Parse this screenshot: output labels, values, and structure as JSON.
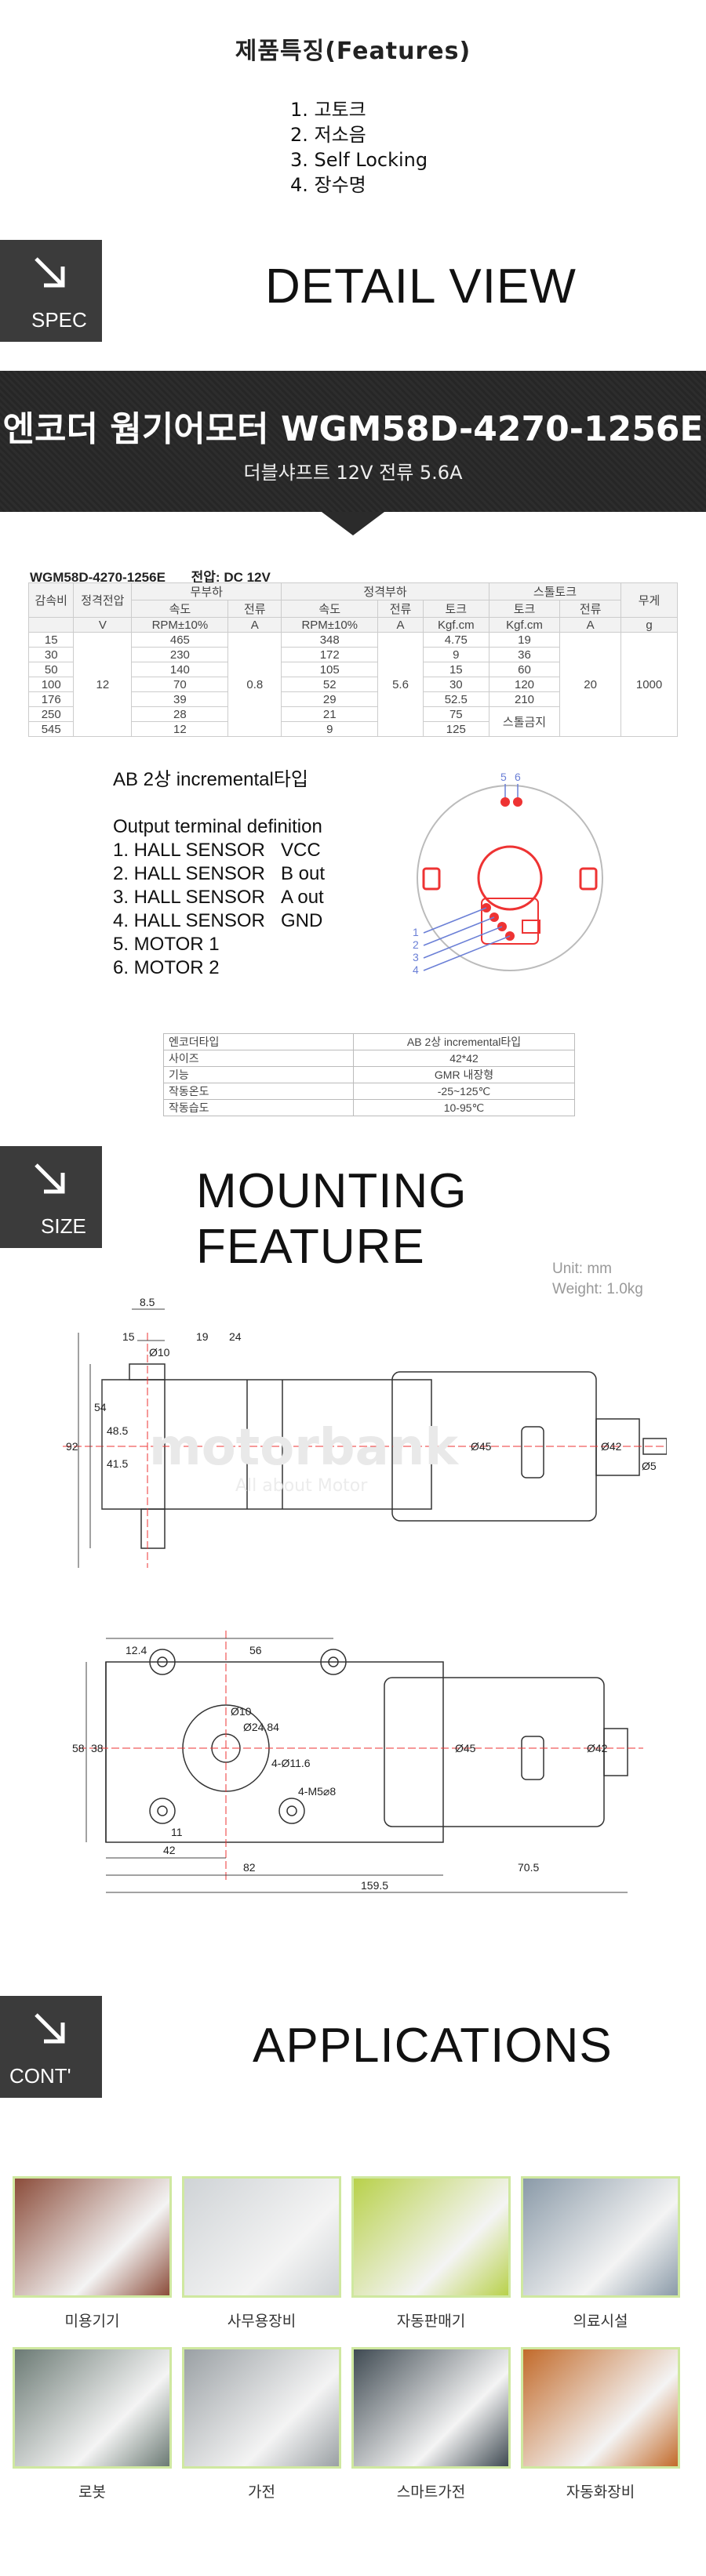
{
  "features": {
    "title": "제품특징(Features)",
    "items": [
      "1. 고토크",
      "2. 저소음",
      "3. Self Locking",
      "4. 장수명"
    ]
  },
  "spec_section": {
    "badge": "SPEC",
    "heading": "DETAIL VIEW"
  },
  "banner": {
    "title": "엔코더 웜기어모터 WGM58D-4270-1256E",
    "subtitle": "더블샤프트 12V  전류 5.6A"
  },
  "spec_table": {
    "model": "WGM58D-4270-1256E",
    "voltage": "전압: DC 12V",
    "group_headers": [
      "무부하",
      "정격부하",
      "스톨토크",
      "무게"
    ],
    "sub_headers": [
      "감속비",
      "정격전압",
      "속도",
      "전류",
      "속도",
      "전류",
      "토크",
      "토크",
      "전류"
    ],
    "units": [
      "V",
      "RPM±10%",
      "A",
      "RPM±10%",
      "A",
      "Kgf.cm",
      "Kgf.cm",
      "A",
      "g"
    ],
    "rows": [
      {
        "ratio": "15",
        "nl_speed": "465",
        "r_speed": "348",
        "r_torque": "4.75",
        "s_torque": "19"
      },
      {
        "ratio": "30",
        "nl_speed": "230",
        "r_speed": "172",
        "r_torque": "9",
        "s_torque": "36"
      },
      {
        "ratio": "50",
        "nl_speed": "140",
        "r_speed": "105",
        "r_torque": "15",
        "s_torque": "60"
      },
      {
        "ratio": "100",
        "nl_speed": "70",
        "r_speed": "52",
        "r_torque": "30",
        "s_torque": "120"
      },
      {
        "ratio": "176",
        "nl_speed": "39",
        "r_speed": "29",
        "r_torque": "52.5",
        "s_torque": "210"
      },
      {
        "ratio": "250",
        "nl_speed": "28",
        "r_speed": "21",
        "r_torque": "75",
        "s_torque": "스톨금지"
      },
      {
        "ratio": "545",
        "nl_speed": "12",
        "r_speed": "9",
        "r_torque": "125",
        "s_torque": ""
      }
    ],
    "voltage_value": "12",
    "nl_current": "0.8",
    "r_current": "5.6",
    "s_current": "20",
    "weight": "1000"
  },
  "wiring": {
    "type": "AB 2상 incremental타입",
    "heading": "Output terminal definition",
    "lines": [
      {
        "label": "1. HALL SENSOR",
        "value": "VCC"
      },
      {
        "label": "2. HALL SENSOR",
        "value": "B out"
      },
      {
        "label": "3. HALL SENSOR",
        "value": "A out"
      },
      {
        "label": "4. HALL SENSOR",
        "value": "GND"
      },
      {
        "label": "5. MOTOR 1",
        "value": ""
      },
      {
        "label": "6. MOTOR 2",
        "value": ""
      }
    ],
    "pin_numbers": [
      "5",
      "6",
      "1",
      "2",
      "3",
      "4"
    ]
  },
  "encoder_table": [
    {
      "key": "엔코더타입",
      "value": "AB 2상 incremental타입"
    },
    {
      "key": "사이즈",
      "value": "42*42"
    },
    {
      "key": "기능",
      "value": "GMR 내장형"
    },
    {
      "key": "작동온도",
      "value": "-25~125℃"
    },
    {
      "key": "작동습도",
      "value": "10-95℃"
    }
  ],
  "size_section": {
    "badge": "SIZE",
    "heading": "MOUNTING FEATURE",
    "unit": "Unit: mm",
    "weight": "Weight: 1.0kg"
  },
  "drawing_top": {
    "dims": [
      "8.5",
      "15",
      "19",
      "24",
      "Ø10",
      "92",
      "54",
      "48.5",
      "41.5",
      "Ø45",
      "Ø42",
      "Ø5"
    ],
    "watermark": "motorbank",
    "watermark_sub": "All about Motor"
  },
  "drawing_bottom": {
    "dims": [
      "12.4",
      "56",
      "58",
      "38",
      "Ø10",
      "Ø24.84",
      "4-Ø11.6",
      "4-M5⌀8",
      "11",
      "42",
      "82",
      "70.5",
      "159.5",
      "Ø45",
      "Ø42"
    ]
  },
  "cont_section": {
    "badge": "CONT'",
    "heading": "APPLICATIONS"
  },
  "applications": [
    {
      "label": "미용기기",
      "color": "#8b4c3a"
    },
    {
      "label": "사무용장비",
      "color": "#cfd3d6"
    },
    {
      "label": "자동판매기",
      "color": "#b8d14a"
    },
    {
      "label": "의료시설",
      "color": "#8a9aa8"
    },
    {
      "label": "로봇",
      "color": "#6b7a74"
    },
    {
      "label": "가전",
      "color": "#9aa0a4"
    },
    {
      "label": "스마트가전",
      "color": "#3f4a52"
    },
    {
      "label": "자동화장비",
      "color": "#c26a2a"
    }
  ]
}
